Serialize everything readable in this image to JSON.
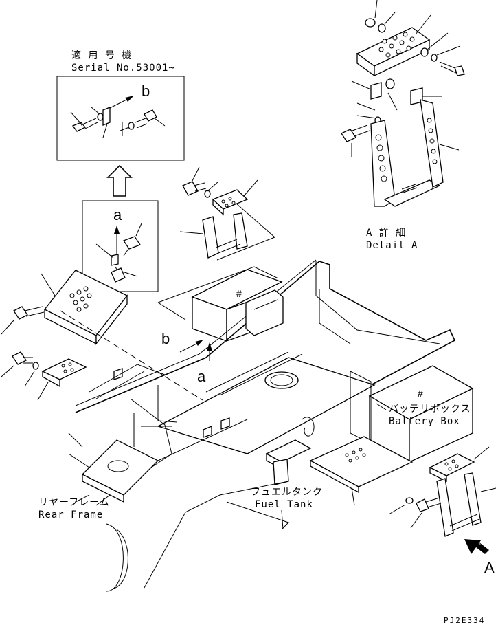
{
  "labels": {
    "serial_jp": "適 用 号 機",
    "serial_en": "Serial No.53001~",
    "detail_jp": "A 詳 細",
    "detail_en": "Detail A",
    "battery_jp": "バッテリボックス",
    "battery_en": "Battery Box",
    "fuel_jp": "フュエルタンク",
    "fuel_en": "Fuel Tank",
    "rear_jp": "リヤーフレーム",
    "rear_en": "Rear Frame",
    "view_a_small": "a",
    "view_b_small": "b",
    "view_a_big": "A",
    "drawing_code": "PJ2E334"
  }
}
